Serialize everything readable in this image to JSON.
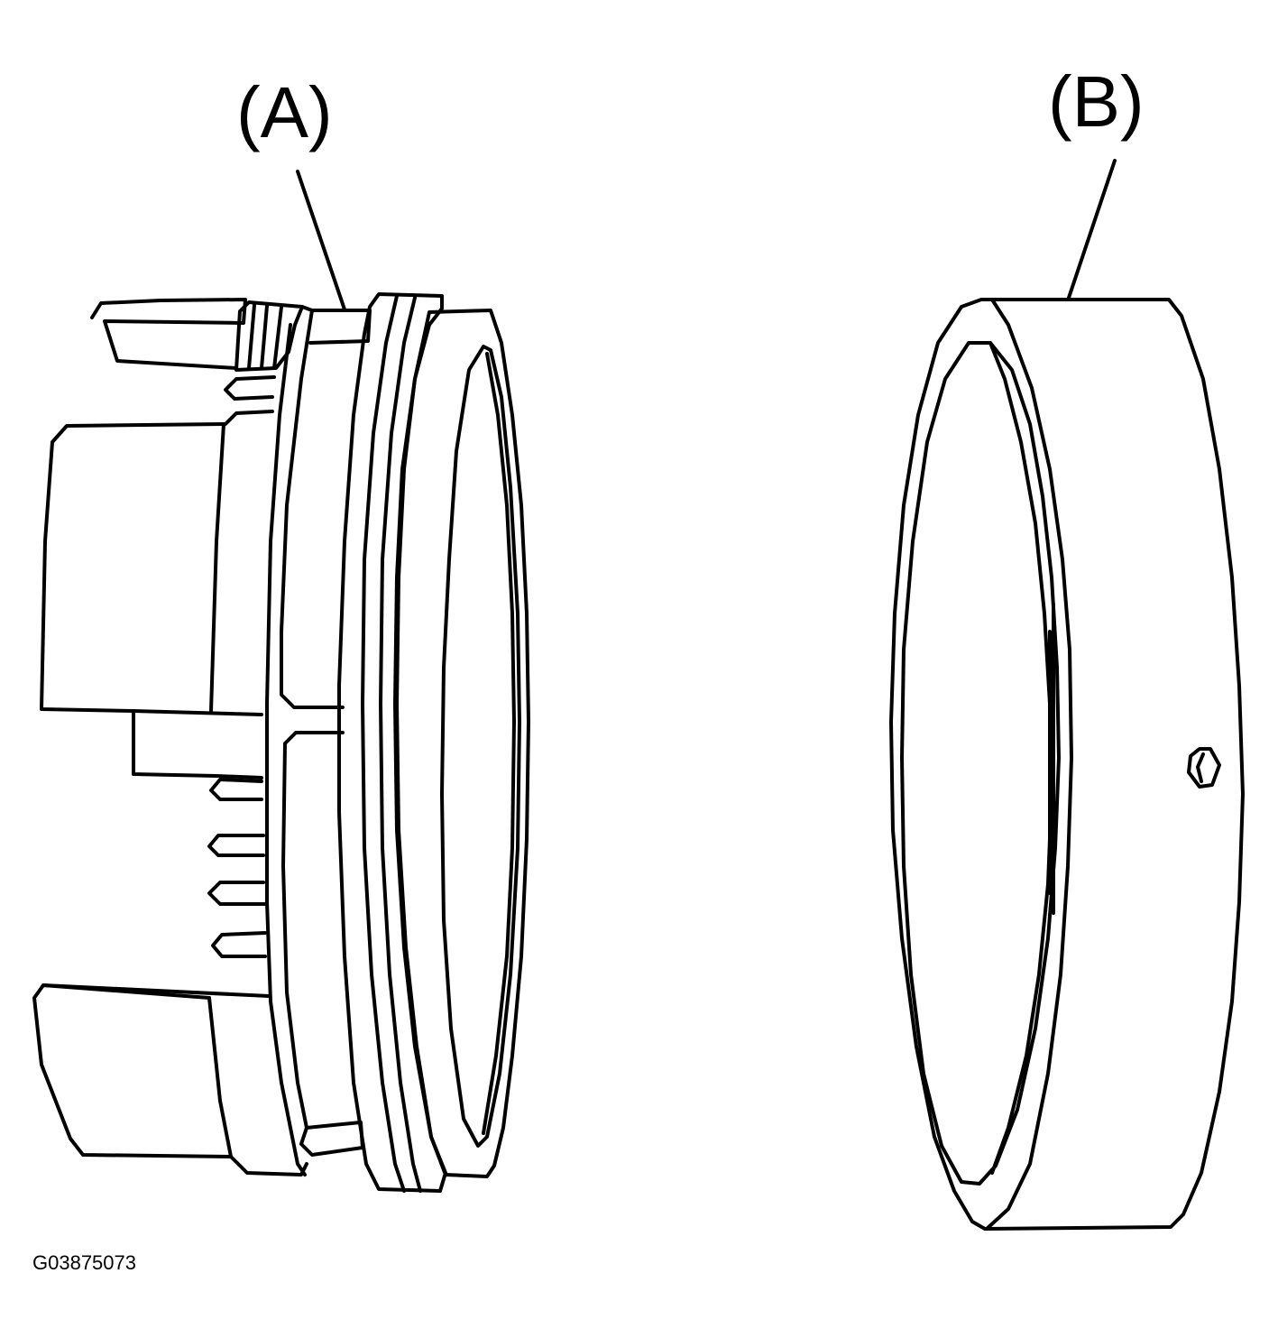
{
  "callouts": {
    "a": "(A)",
    "b": "(B)"
  },
  "figure_id": "G03875073",
  "colors": {
    "ink": "#000000",
    "background": "#ffffff"
  }
}
